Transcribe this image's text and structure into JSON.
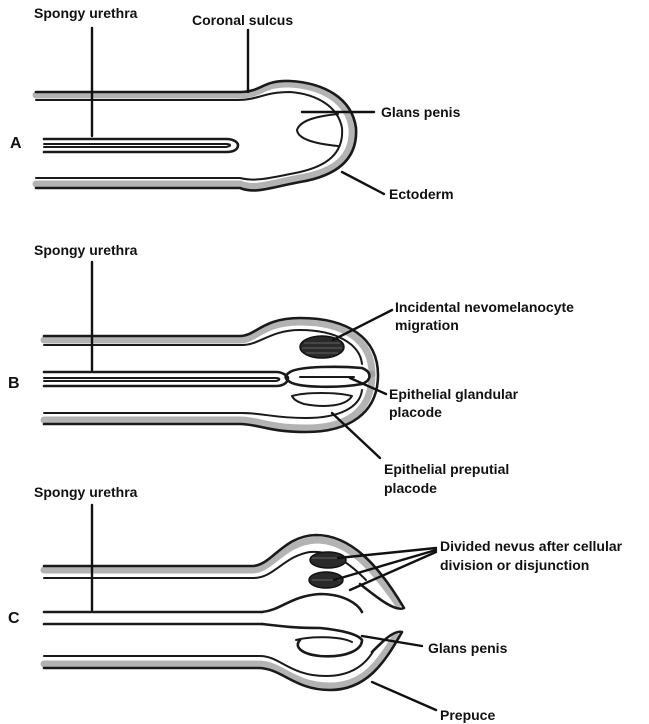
{
  "panels": [
    {
      "letter": "A",
      "labels": {
        "spongy_urethra": "Spongy urethra",
        "coronal_sulcus": "Coronal sulcus",
        "glans_penis": "Glans penis",
        "ectoderm": "Ectoderm"
      }
    },
    {
      "letter": "B",
      "labels": {
        "spongy_urethra": "Spongy urethra",
        "nevomelanocyte_line1": "Incidental nevomelanocyte",
        "nevomelanocyte_line2": "migration",
        "glandular_line1": "Epithelial glandular",
        "glandular_line2": "placode",
        "preputial_line1": "Epithelial preputial",
        "preputial_line2": "placode"
      }
    },
    {
      "letter": "C",
      "labels": {
        "spongy_urethra": "Spongy urethra",
        "divided_line1": "Divided nevus after cellular",
        "divided_line2": "division or disjunction",
        "glans_penis": "Glans penis",
        "prepuce": "Prepuce"
      }
    }
  ],
  "colors": {
    "line": "#1a1a1a",
    "shading": "#9a9a9a",
    "nevus": "#2a2a2a"
  }
}
